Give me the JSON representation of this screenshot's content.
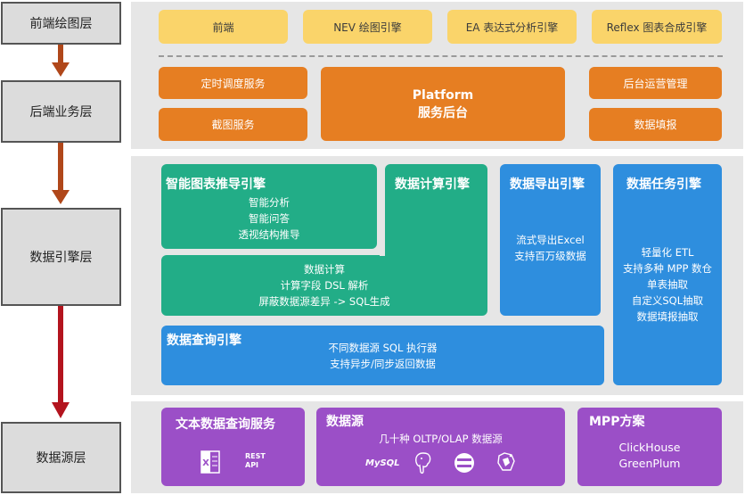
{
  "layers": {
    "frontend": "前端绘图层",
    "backend": "后端业务层",
    "engine": "数据引擎层",
    "source": "数据源层"
  },
  "frontend": {
    "items": [
      "前端",
      "NEV 绘图引擎",
      "EA 表达式分析引擎",
      "Reflex 图表合成引擎"
    ]
  },
  "backend": {
    "schedule": "定时调度服务",
    "screenshot": "截图服务",
    "platform_line1": "Platform",
    "platform_line2": "服务后台",
    "ops": "后台运营管理",
    "fill": "数据填报"
  },
  "engine": {
    "recommend": {
      "title": "智能图表推导引擎",
      "lines": [
        "智能分析",
        "智能问答",
        "透视结构推导"
      ]
    },
    "compute": {
      "title": "数据计算引擎",
      "lines": [
        "数据计算",
        "计算字段 DSL 解析",
        "屏蔽数据源差异 -> SQL生成"
      ]
    },
    "export": {
      "title": "数据导出引擎",
      "lines": [
        "流式导出Excel",
        "支持百万级数据"
      ]
    },
    "task": {
      "title": "数据任务引擎",
      "lines": [
        "轻量化 ETL",
        "支持多种 MPP 数仓",
        "单表抽取",
        "自定义SQL抽取",
        "数据填报抽取"
      ]
    },
    "query": {
      "title": "数据查询引擎",
      "lines": [
        "不同数据源 SQL 执行器",
        "支持异步/同步返回数据"
      ]
    }
  },
  "source": {
    "text_query": {
      "title": "文本数据查询服务",
      "rest_line1": "REST",
      "rest_line2": "API",
      "icons": [
        "excel-icon"
      ]
    },
    "datasource": {
      "title": "数据源",
      "subtitle": "几十种 OLTP/OLAP 数据源",
      "logos": [
        "MySQL",
        "postgresql-icon",
        "database-stack-icon",
        "hive-icon"
      ],
      "mysql_label": "MySQL"
    },
    "mpp": {
      "title": "MPP方案",
      "lines": [
        "ClickHouse",
        "GreenPlum"
      ]
    }
  },
  "colors": {
    "yellow": "#fad46a",
    "orange": "#e67e22",
    "green": "#22ad87",
    "blue": "#2e8ede",
    "purple": "#9b4fc7",
    "arrow": "#b0471a",
    "arrow_last": "#b3141e"
  }
}
